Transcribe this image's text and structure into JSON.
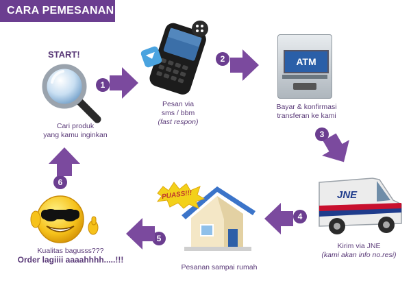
{
  "header": {
    "title": "CARA PEMESANAN"
  },
  "steps": {
    "start_label": "START!",
    "s1": {
      "number": "1",
      "line1": "Cari produk",
      "line2": "yang kamu inginkan"
    },
    "s2": {
      "number": "2",
      "line1": "Pesan via",
      "line2": "sms / bbm",
      "line3": "(fast respon)"
    },
    "s3": {
      "number": "3",
      "line1": "Bayar & konfirmasi",
      "line2": "transferan ke kami"
    },
    "s4": {
      "number": "4",
      "line1": "Kirim via JNE",
      "line2": "(kami akan info no.resi)"
    },
    "s5": {
      "number": "5",
      "line1": "Pesanan sampai rumah"
    },
    "s6": {
      "number": "6",
      "line1": "Kualitas bagusss???",
      "line2": "Order lagiiii aaaahhhh.....!!!"
    }
  },
  "atm": {
    "screen_text": "ATM"
  },
  "van": {
    "logo_text": "JNE"
  },
  "burst": {
    "text": "PUASS!!!"
  },
  "colors": {
    "accent": "#6b3e90",
    "arrow": "#7b4a9e",
    "text": "#5a3a78"
  }
}
